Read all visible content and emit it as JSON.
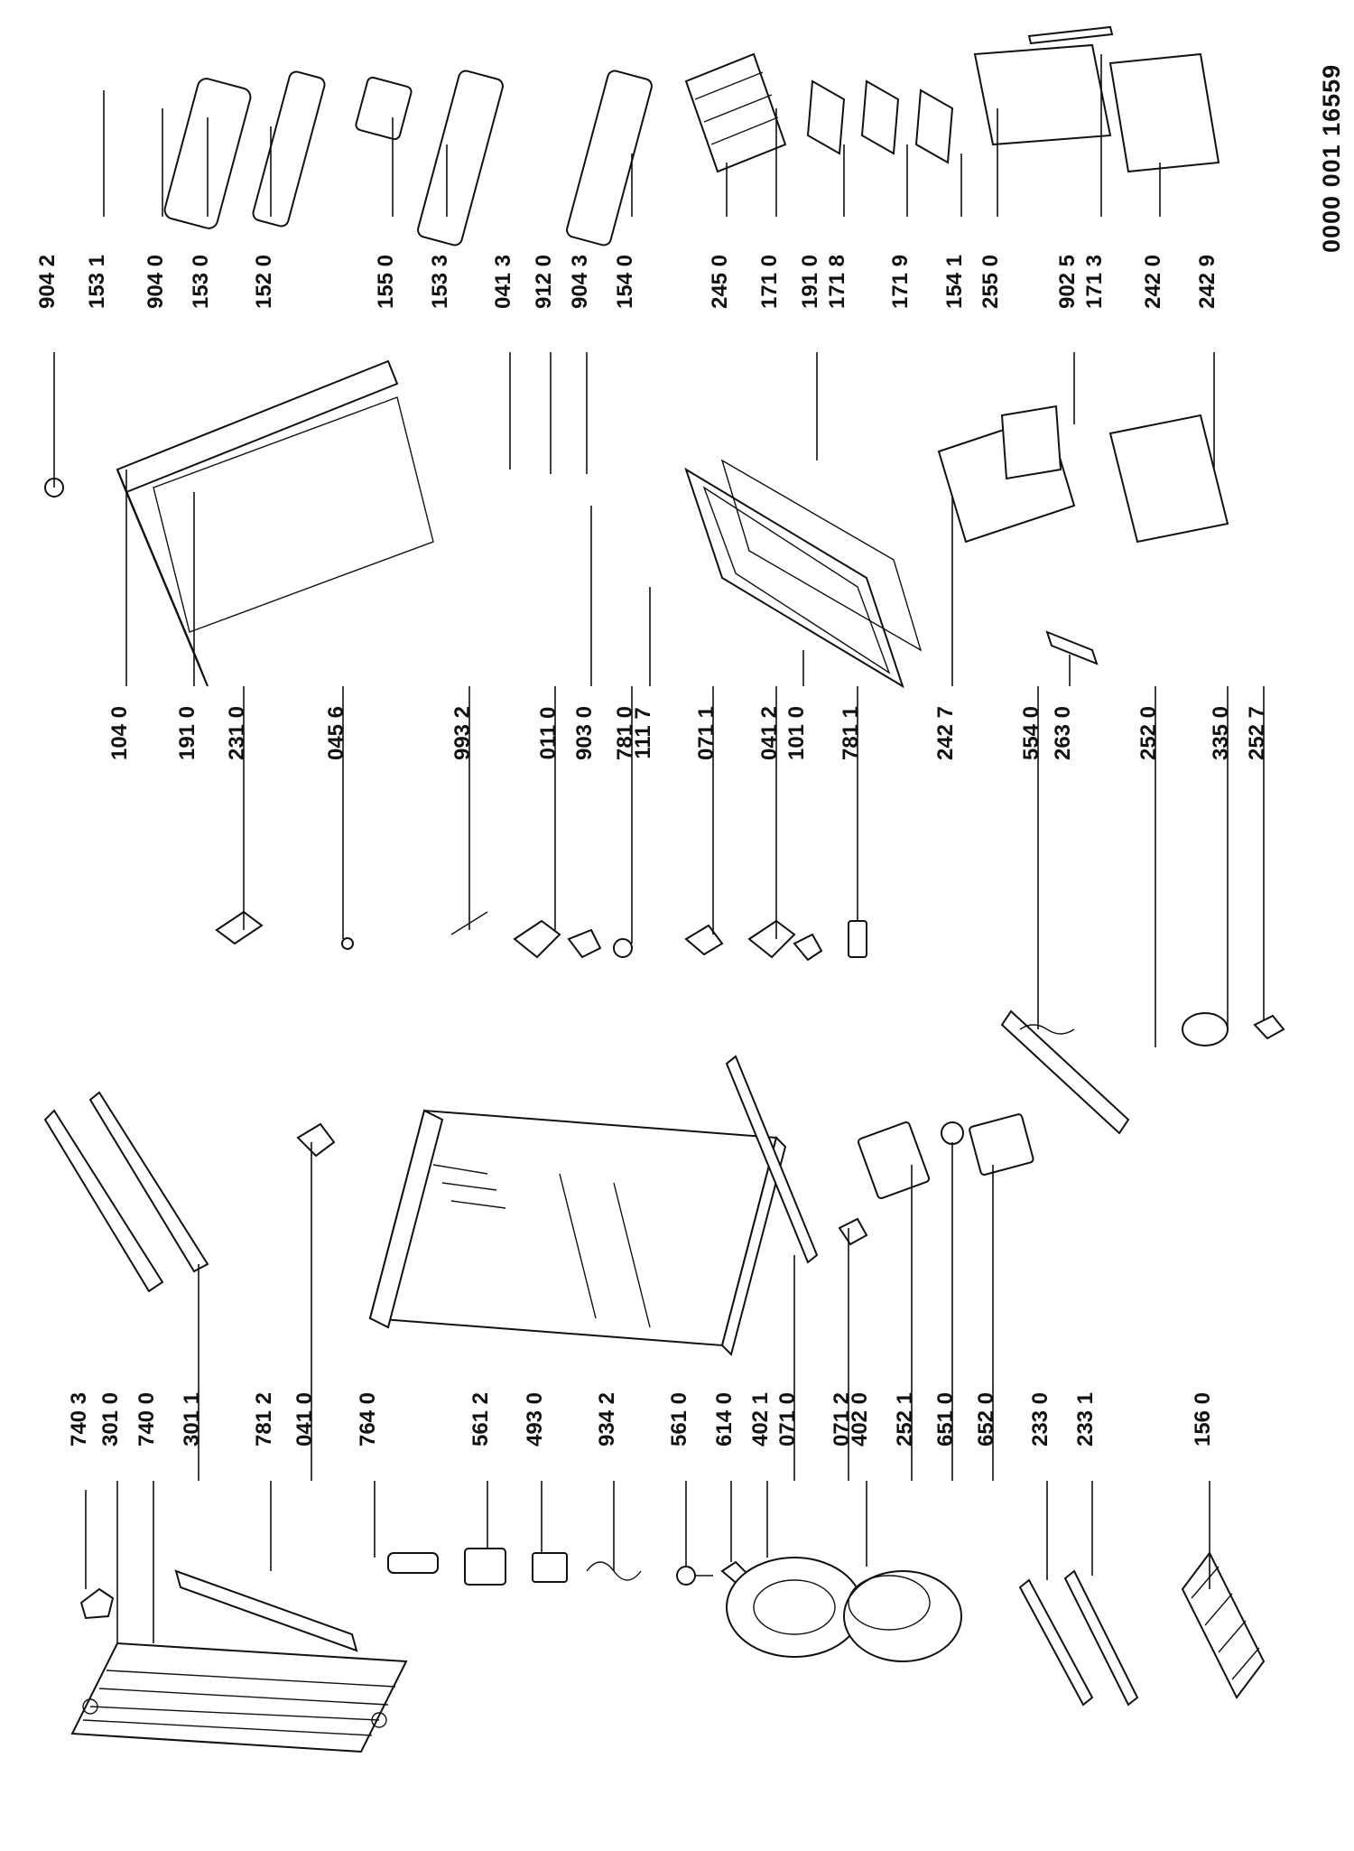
{
  "drawing_code": "0000 001 16559",
  "left_column": [
    "740 3",
    "301 0",
    "740 0",
    "301 1",
    "781 2",
    "041 0",
    "764 0",
    "561 2",
    "493 0",
    "934 2",
    "561 0",
    "614 0",
    "402 1",
    "071 0",
    "071 2",
    "402 0",
    "252 1",
    "651 0",
    "652 0",
    "233 0",
    "233 1",
    "156 0"
  ],
  "middle_column": [
    "104 0",
    "191 0",
    "231 0",
    "045 6",
    "993 2",
    "011 0",
    "903 0",
    "781 0",
    "111 7",
    "071 1",
    "041 2",
    "101 0",
    "781 1",
    "242 7",
    "554 0",
    "263 0",
    "252 0",
    "335 0",
    "252 7"
  ],
  "right_column": [
    "904 2",
    "153 1",
    "904 0",
    "153 0",
    "152 0",
    "155 0",
    "153 3",
    "041 3",
    "912 0",
    "904 3",
    "154 0",
    "245 0",
    "171 0",
    "191 0",
    "171 8",
    "171 9",
    "154 1",
    "255 0",
    "902 5",
    "171 3",
    "242 0",
    "242 9"
  ]
}
